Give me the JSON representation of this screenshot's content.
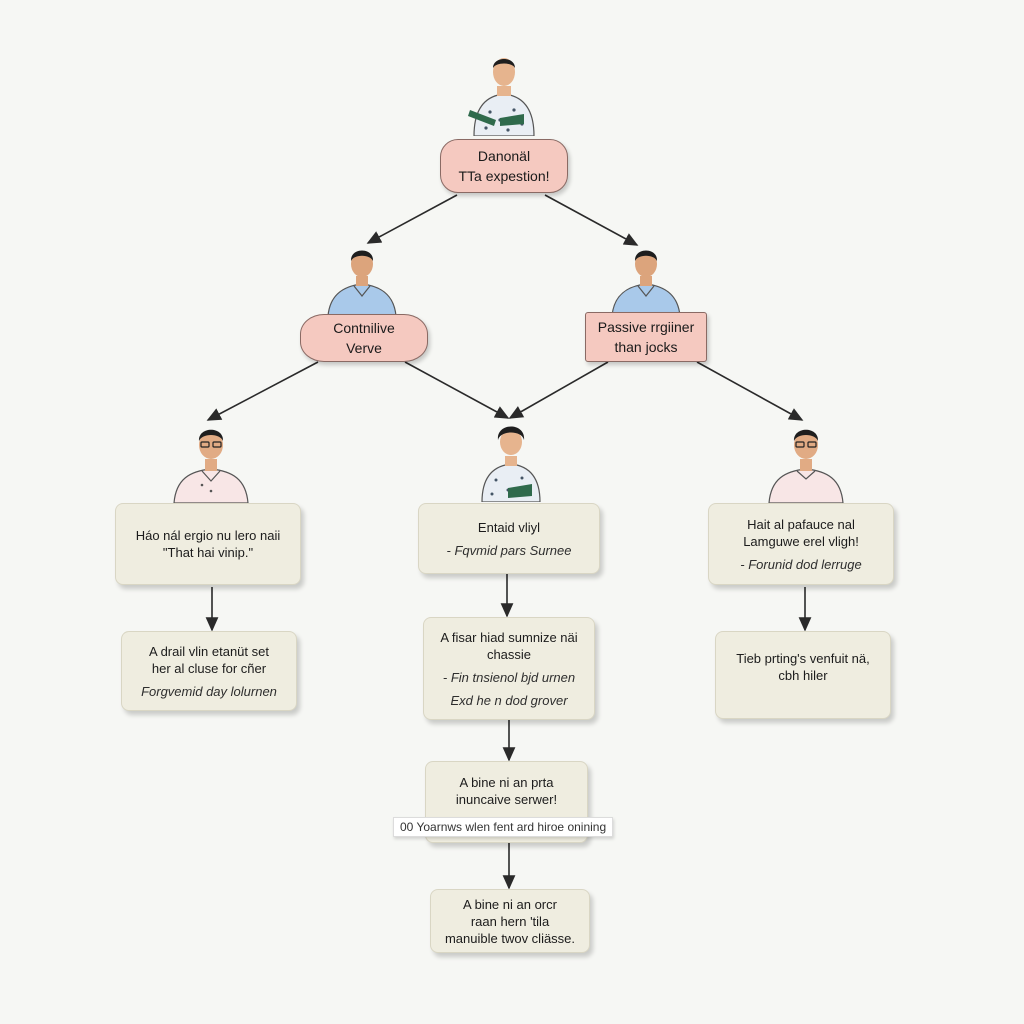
{
  "root": {
    "line1": "Danonäl",
    "line2": "TTa expestion!"
  },
  "branch_left": {
    "line1": "Contnilive",
    "line2": "Verve"
  },
  "branch_right": {
    "line1": "Passive rrgiiner",
    "line2": "than jocks"
  },
  "col_left": {
    "top": {
      "line1": "Háo nál ergio nu lero naii",
      "line2": "\"That hai vinip.\""
    },
    "bottom": {
      "line1": "A drail vlin etanüt set",
      "line2": "her al cluse for cñer",
      "em": "Forgvemid day lolurnen"
    }
  },
  "col_mid": {
    "top": {
      "line1": "Entaid vliyl",
      "em": "- Fqvmid pars Surnee"
    },
    "second": {
      "line1": "A fisar hiad sumnize näi",
      "line2": "chassie",
      "em1": "- Fin tnsienol bjd urnen",
      "em2": "Exd he n dod grover"
    },
    "third": {
      "line1": "A bine ni an prta",
      "line2": "inuncaive serwer!"
    },
    "stamp": "00 Yoarnws wlen fent ard hiroe onining",
    "bottom": {
      "line1": "A bine ni an orcr",
      "line2": "raan hern 'tila",
      "line3": "manuible twov cliässe."
    }
  },
  "col_right": {
    "top": {
      "line1": "Hait al pafauce nal",
      "line2": "Lamguwe erel vligh!",
      "em": "- Forunid dod lerruge"
    },
    "bottom": {
      "line1": "Tieb prting's venfuit nä,",
      "line2": "cbh hiler"
    }
  },
  "colors": {
    "box_fill": "#efede0",
    "pink_fill": "#f5c9c0",
    "shirt_blue": "#a9c9ea",
    "shirt_pink": "#f8e6e6",
    "shirt_pattern": "#e9eef4",
    "tray_green": "#2f6a4c",
    "line": "#2a2a2a"
  },
  "icons": [
    "person-icon",
    "person-glasses-icon",
    "person-tray-icon",
    "arrow-down-icon"
  ]
}
